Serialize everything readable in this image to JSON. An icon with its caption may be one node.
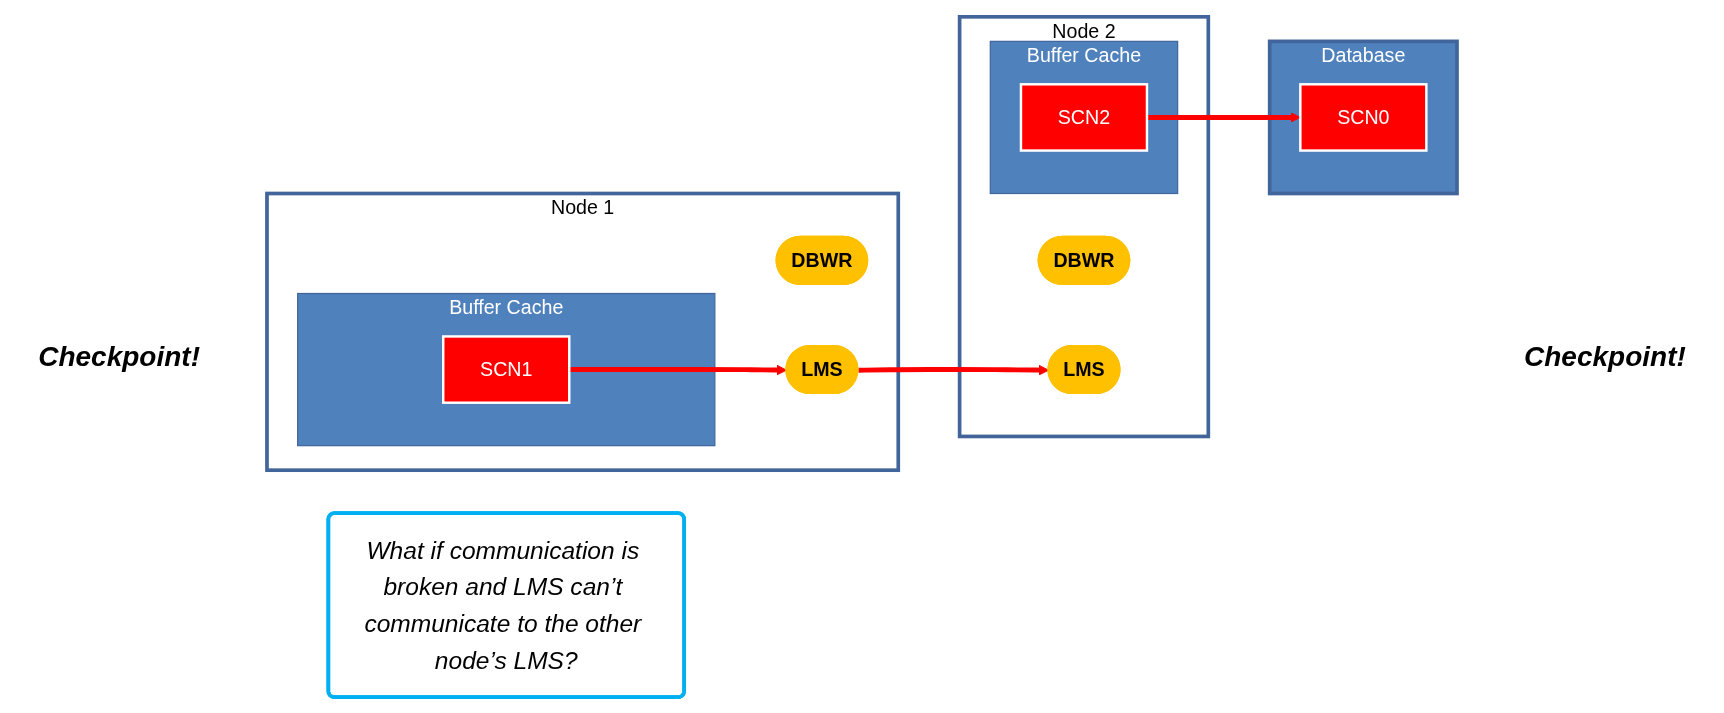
{
  "diagram": {
    "nodes": [
      {
        "text": [
          "Node 1"
        ]
      },
      {
        "text": [
          "Buffer Cache"
        ],
        "in": 0
      },
      {
        "text": [
          "SCN1"
        ],
        "in": 1
      },
      {
        "text": [
          "DBWR"
        ],
        "in": 0
      },
      {
        "text": [
          "LMS"
        ],
        "in": 0
      },
      {
        "text": [
          "What if communication is broken and LMS can’t communicate to the other node’s LMS?"
        ]
      },
      {
        "text": [
          "Node 2"
        ]
      },
      {
        "text": [
          "Buffer Cache"
        ],
        "in": 6
      },
      {
        "text": [
          "SCN2"
        ],
        "in": 7
      },
      {
        "text": [
          "DBWR"
        ],
        "in": 6
      },
      {
        "text": [
          "LMS"
        ],
        "in": 6
      },
      {
        "text": [
          "Database"
        ]
      },
      {
        "text": [
          "SCN0"
        ],
        "in": 11
      }
    ],
    "edges": [
      {
        "from": 2,
        "to": 4,
        "arrow": "to",
        "color": "#ff0000"
      },
      {
        "from": 4,
        "to": 10,
        "arrow": "to",
        "color": "#ff0000"
      },
      {
        "from": 8,
        "to": 12,
        "arrow": "to",
        "color": "#ff0000"
      }
    ],
    "labels": [
      "Checkpoint!",
      "Checkpoint!"
    ]
  }
}
